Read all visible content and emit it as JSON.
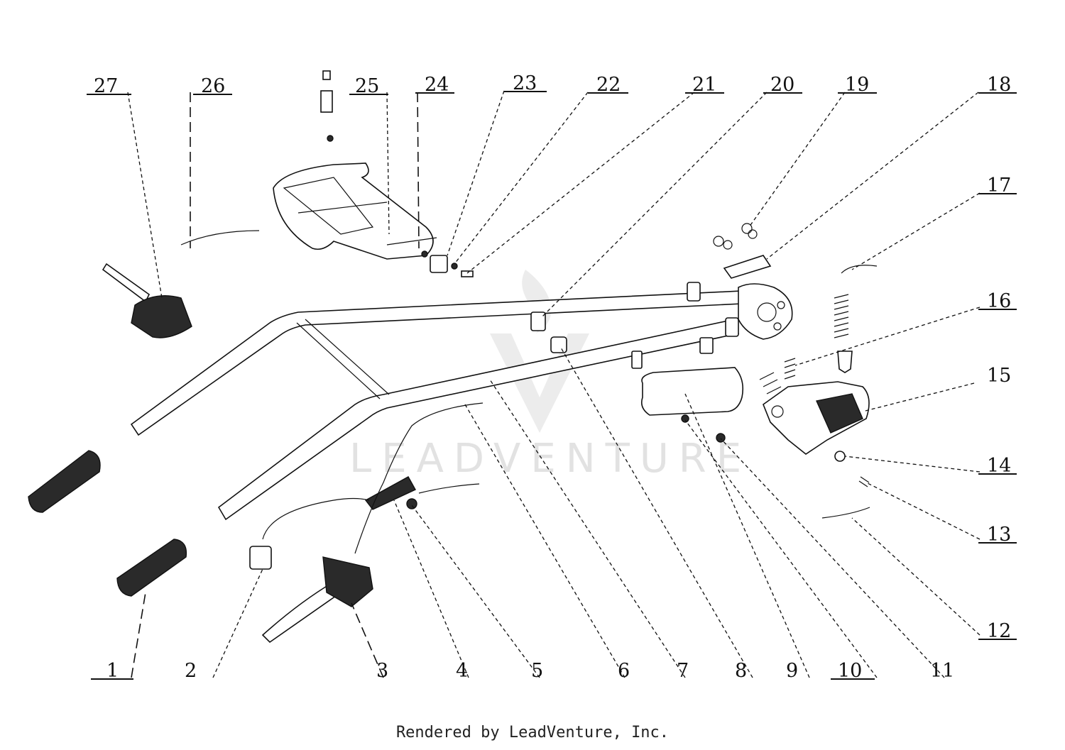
{
  "watermark": {
    "text": "LEADVENTURE"
  },
  "footer": {
    "text": "Rendered by LeadVenture, Inc."
  },
  "callouts": {
    "c1": "1",
    "c2": "2",
    "c3": "3",
    "c4": "4",
    "c5": "5",
    "c6": "6",
    "c7": "7",
    "c8": "8",
    "c9": "9",
    "c10": "10",
    "c11": "11",
    "c12": "12",
    "c13": "13",
    "c14": "14",
    "c15": "15",
    "c16": "16",
    "c17": "17",
    "c18": "18",
    "c19": "19",
    "c20": "20",
    "c21": "21",
    "c22": "22",
    "c23": "23",
    "c24": "24",
    "c25": "25",
    "c26": "26",
    "c27": "27"
  }
}
